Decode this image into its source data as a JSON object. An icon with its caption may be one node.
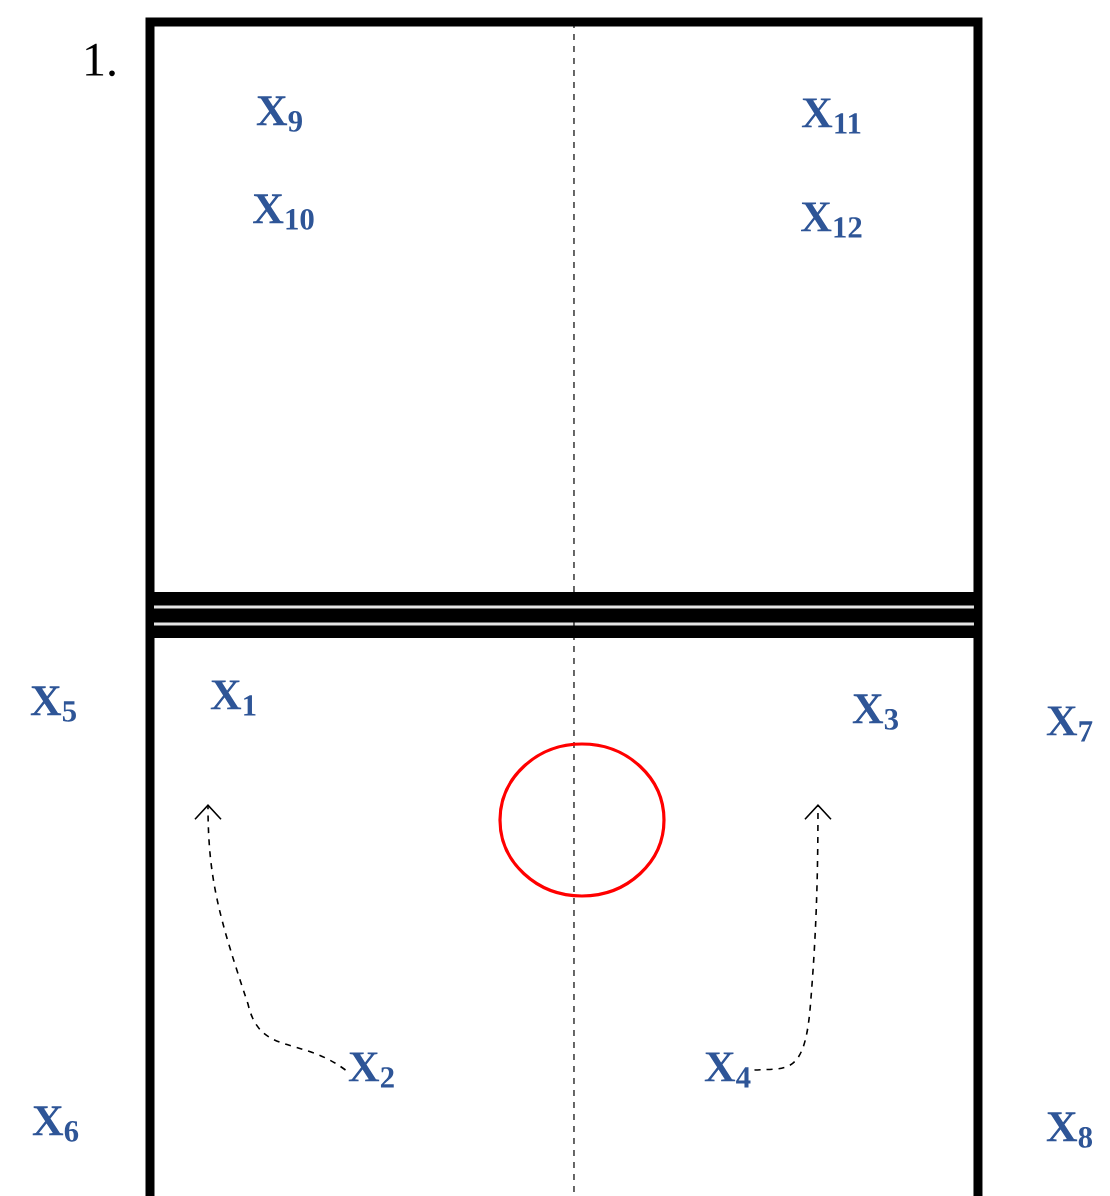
{
  "diagram": {
    "nodes": [
      {
        "text": [
          "X$_{2}$"
        ]
      },
      {
        "text": [
          "X$_{4}$"
        ]
      }
    ],
    "edges": [
      {
        "from": 0,
        "to": null,
        "arrow": "to",
        "style": "dashed"
      },
      {
        "from": 1,
        "to": null,
        "arrow": "to",
        "style": "dashed"
      }
    ],
    "labels": [
      "1.",
      "X$_{9}$",
      "X$_{11}$",
      "X$_{10}$",
      "X$_{12}$",
      "X$_{5}$",
      "X$_{1}$",
      "X$_{3}$",
      "X$_{7}$",
      "X$_{6}$",
      "X$_{8}$"
    ]
  }
}
